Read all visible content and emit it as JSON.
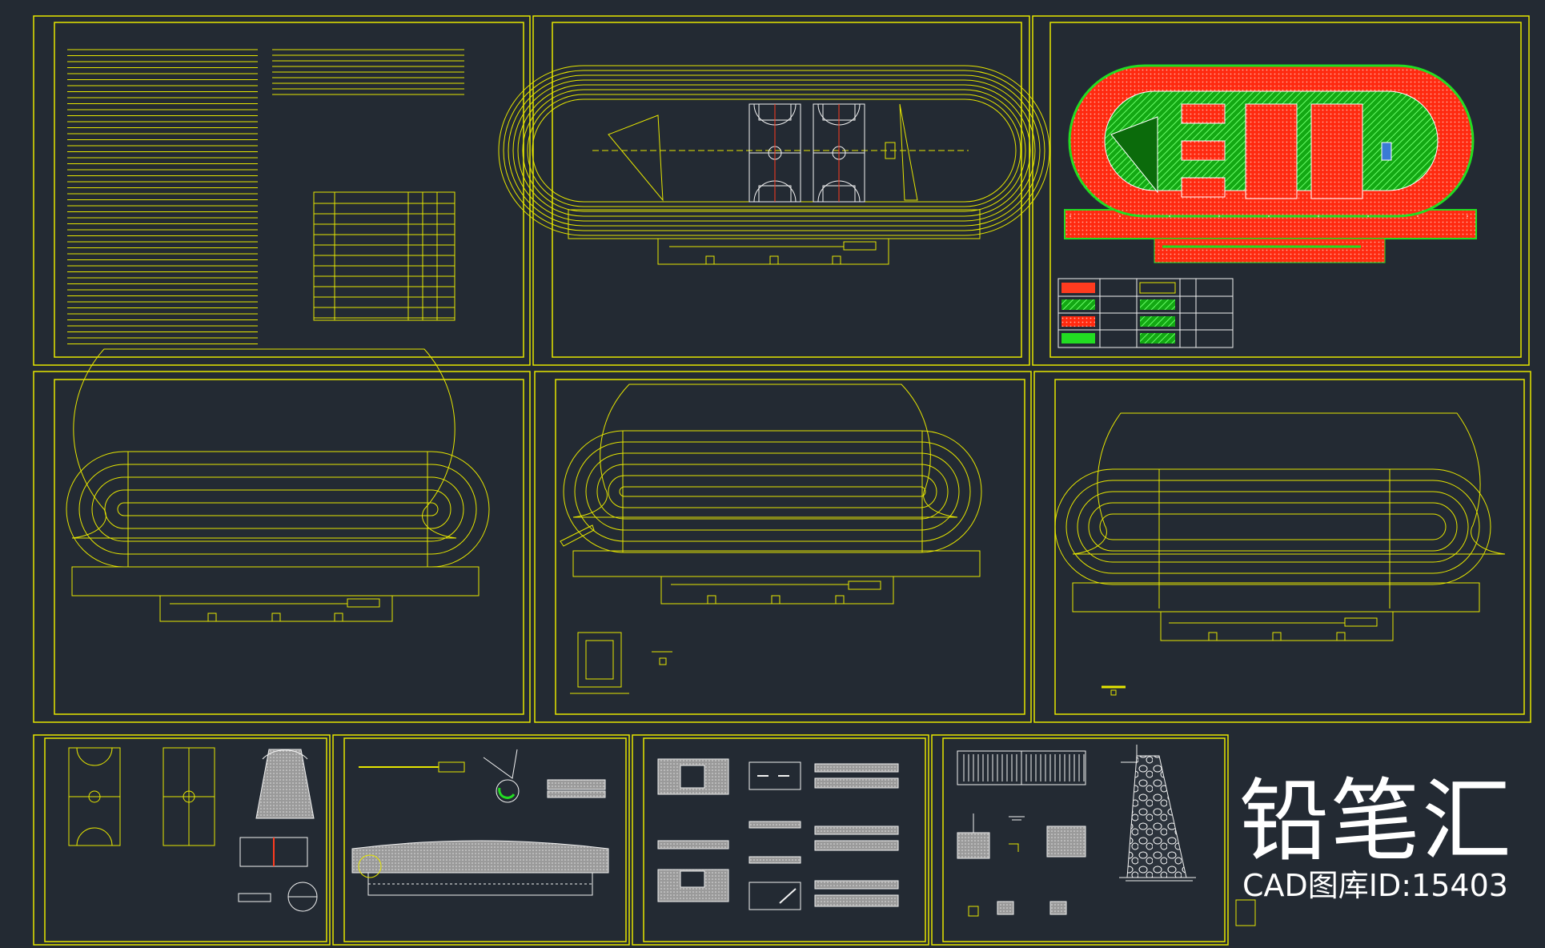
{
  "watermark": {
    "brand": "铅笔汇",
    "id_text": "CAD图库ID:15403"
  },
  "colors": {
    "background": "#232a33",
    "line": "#e6e600",
    "track_red": "#ff3b1f",
    "field_green": "#22dd22",
    "white": "#f2f2f2"
  },
  "drawing": {
    "sheet_count": 10,
    "legend_rows": 4
  }
}
